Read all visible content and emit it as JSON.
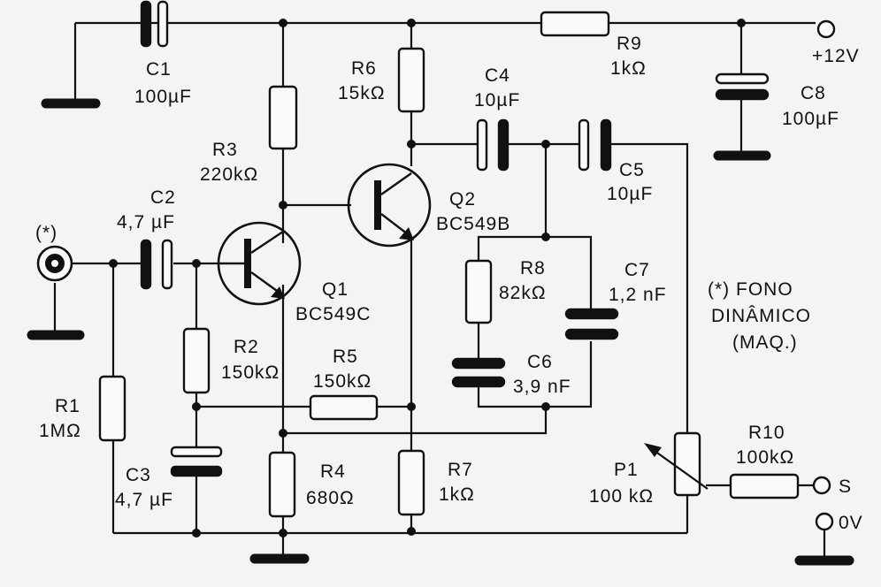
{
  "labels": {
    "c1_name": "C1",
    "c1_val": "100µF",
    "c2_name": "C2",
    "c2_val": "4,7 µF",
    "c3_name": "C3",
    "c3_val": "4,7 µF",
    "c4_name": "C4",
    "c4_val": "10µF",
    "c5_name": "C5",
    "c5_val": "10µF",
    "c6_name": "C6",
    "c6_val": "3,9 nF",
    "c7_name": "C7",
    "c7_val": "1,2 nF",
    "c8_name": "C8",
    "c8_val": "100µF",
    "r1_name": "R1",
    "r1_val": "1MΩ",
    "r2_name": "R2",
    "r2_val": "150kΩ",
    "r3_name": "R3",
    "r3_val": "220kΩ",
    "r4_name": "R4",
    "r4_val": "680Ω",
    "r5_name": "R5",
    "r5_val": "150kΩ",
    "r6_name": "R6",
    "r6_val": "15kΩ",
    "r7_name": "R7",
    "r7_val": "1kΩ",
    "r8_name": "R8",
    "r8_val": "82kΩ",
    "r9_name": "R9",
    "r9_val": "1kΩ",
    "r10_name": "R10",
    "r10_val": "100kΩ",
    "p1_name": "P1",
    "p1_val": "100 kΩ",
    "q1_name": "Q1",
    "q1_val": "BC549C",
    "q2_name": "Q2",
    "q2_val": "BC549B",
    "input_mark": "(*)",
    "vcc": "+12V",
    "out_s": "S",
    "out_0v": "0V",
    "note_line1": "(*) FONO",
    "note_line2": "DINÂMICO",
    "note_line3": "(MAQ.)"
  }
}
